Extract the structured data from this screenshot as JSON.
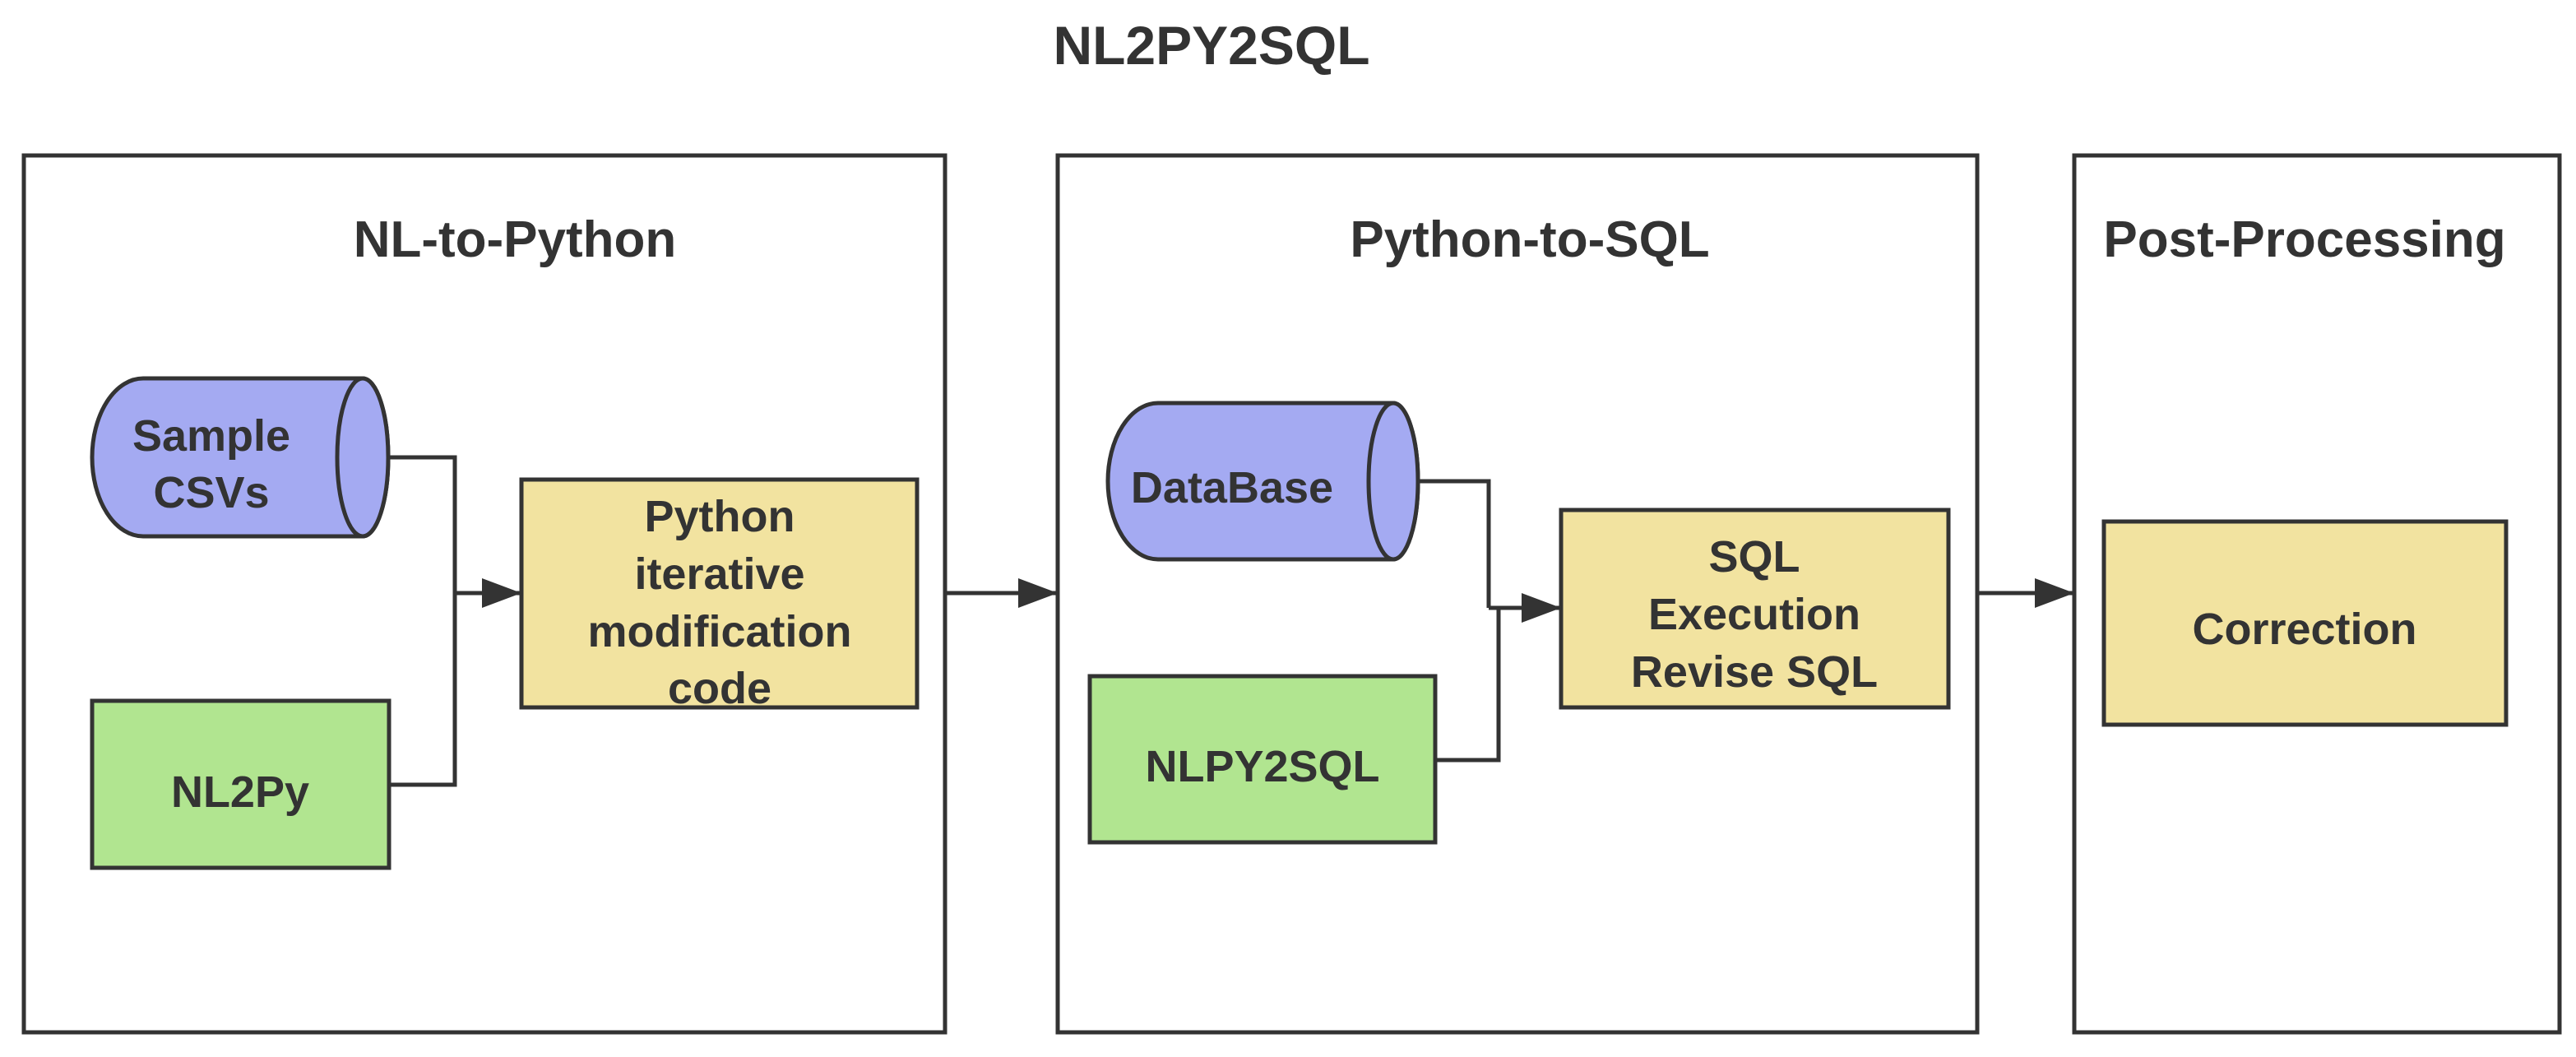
{
  "title": "NL2PY2SQL",
  "colors": {
    "cylinder": "#a4aaf2",
    "process": "#f2e3a0",
    "input": "#b1e590",
    "stroke": "#333333",
    "text": "#333333"
  },
  "panels": [
    {
      "title": "NL-to-Python",
      "nodes": {
        "cylinder": [
          "Sample",
          "CSVs"
        ],
        "input": [
          "NL2Py"
        ],
        "process": [
          "Python",
          "iterative",
          "modification",
          "code"
        ]
      }
    },
    {
      "title": "Python-to-SQL",
      "nodes": {
        "cylinder": [
          "DataBase"
        ],
        "input": [
          "NLPY2SQL"
        ],
        "process": [
          "SQL",
          "Execution",
          "Revise SQL"
        ]
      }
    },
    {
      "title": "Post-Processing",
      "nodes": {
        "process": [
          "Correction"
        ]
      }
    }
  ]
}
